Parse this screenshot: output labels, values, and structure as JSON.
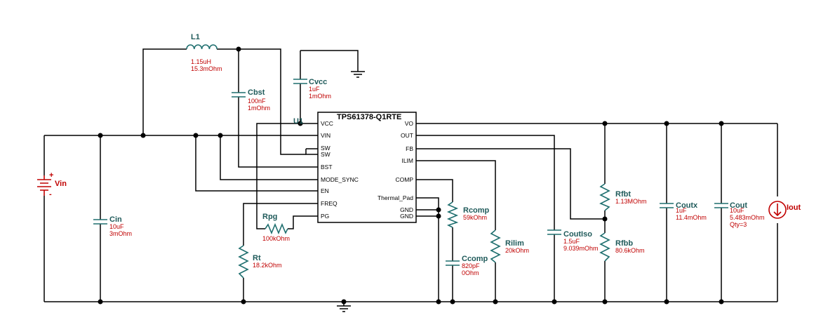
{
  "ic": {
    "name": "TPS61378-Q1RTE",
    "ref": "U1",
    "left_pins": [
      "VCC",
      "VIN",
      "SW",
      "SW",
      "BST",
      "MODE_SYNC",
      "EN",
      "FREQ",
      "PG"
    ],
    "right_pins": [
      "VO",
      "OUT",
      "FB",
      "ILIM",
      "COMP",
      "Thermal_Pad",
      "GND",
      "GND"
    ]
  },
  "components": {
    "L1": {
      "name": "L1",
      "v1": "1.15uH",
      "v2": "15.3mOhm"
    },
    "Cbst": {
      "name": "Cbst",
      "v1": "100nF",
      "v2": "1mOhm"
    },
    "Cvcc": {
      "name": "Cvcc",
      "v1": "1uF",
      "v2": "1mOhm"
    },
    "Vin": {
      "name": "Vin",
      "plus": "+",
      "minus": "-"
    },
    "Cin": {
      "name": "Cin",
      "v1": "10uF",
      "v2": "3mOhm"
    },
    "Rpg": {
      "name": "Rpg",
      "v1": "100kOhm"
    },
    "Rt": {
      "name": "Rt",
      "v1": "18.2kOhm"
    },
    "Rcomp": {
      "name": "Rcomp",
      "v1": "59kOhm"
    },
    "Ccomp": {
      "name": "Ccomp",
      "v1": "820pF",
      "v2": "0Ohm"
    },
    "Rilim": {
      "name": "Rilim",
      "v1": "20kOhm"
    },
    "CoutIso": {
      "name": "CoutIso",
      "v1": "1.5uF",
      "v2": "9.039mOhm"
    },
    "Rfbt": {
      "name": "Rfbt",
      "v1": "1.13MOhm"
    },
    "Rfbb": {
      "name": "Rfbb",
      "v1": "80.6kOhm"
    },
    "Coutx": {
      "name": "Coutx",
      "v1": "1uF",
      "v2": "11.4mOhm"
    },
    "Cout": {
      "name": "Cout",
      "v1": "10uF",
      "v2": "5.483mOhm",
      "v3": "Qty=3"
    },
    "Iout": {
      "name": "Iout"
    }
  },
  "colors": {
    "wire": "#000000",
    "component": "#1f6f6f",
    "label": "#1f5a5a",
    "value": "#c00000",
    "source": "#c00000"
  }
}
